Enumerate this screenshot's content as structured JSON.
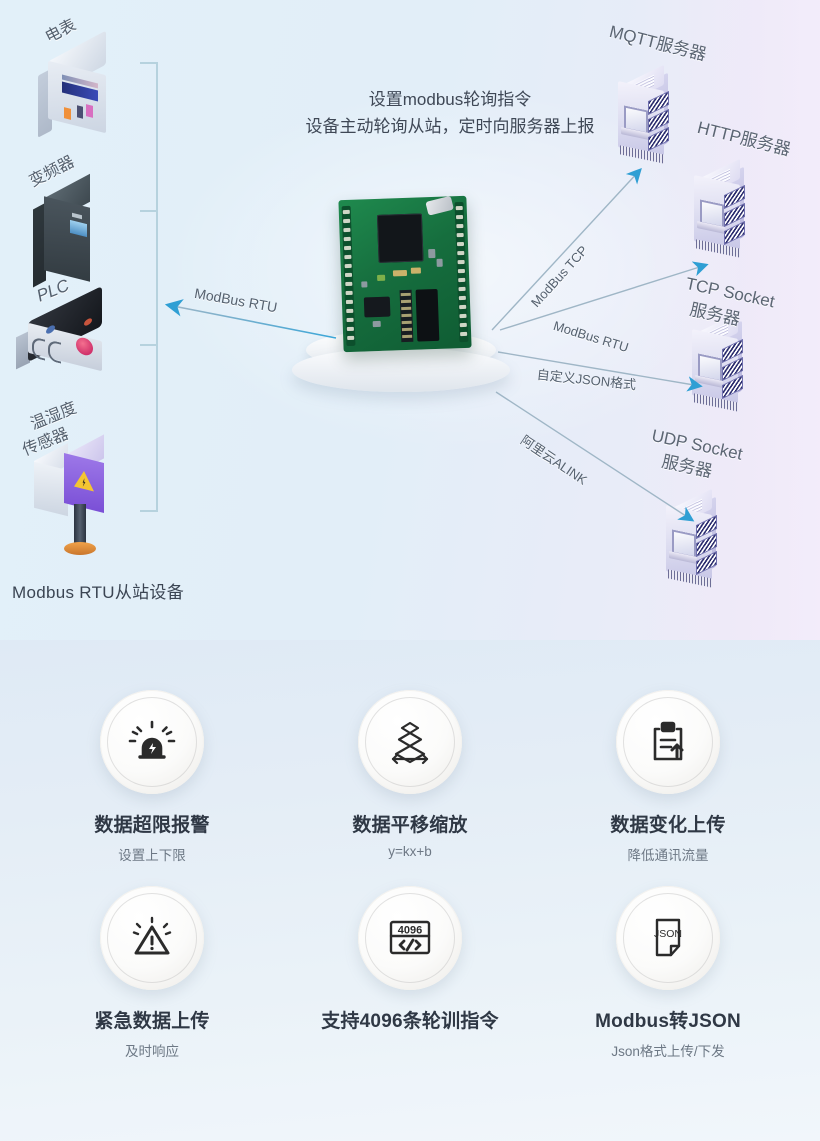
{
  "headline": {
    "line1": "设置modbus轮询指令",
    "line2": "设备主动轮询从站，定时向服务器上报"
  },
  "colors": {
    "background_top": "#e2eef8",
    "background_bottom": "#eaf2f8",
    "accent_arrow": "#3aa6d8",
    "board_green": "#176e3e",
    "bracket": "#b6d2de"
  },
  "left_devices": {
    "caption": "Modbus RTU从站设备",
    "items": [
      {
        "label": "电表",
        "icon": "electric-meter-icon"
      },
      {
        "label": "变频器",
        "icon": "frequency-converter-icon"
      },
      {
        "label": "PLC",
        "icon": "plc-icon"
      },
      {
        "label": "温湿度\n传感器",
        "label_line1": "温湿度",
        "label_line2": "传感器",
        "icon": "temperature-humidity-sensor-icon"
      }
    ]
  },
  "servers": [
    {
      "name_line1": "MQTT服务器",
      "name_line2": "",
      "icon": "server-icon"
    },
    {
      "name_line1": "HTTP服务器",
      "name_line2": "",
      "icon": "server-icon"
    },
    {
      "name_line1": "TCP Socket",
      "name_line2": "服务器",
      "icon": "server-icon"
    },
    {
      "name_line1": "UDP Socket",
      "name_line2": "服务器",
      "icon": "server-icon"
    }
  ],
  "links": [
    {
      "label": "ModBus RTU",
      "from": "gateway",
      "to": "left-devices"
    },
    {
      "label": "ModBus TCP",
      "from": "gateway",
      "to": "mqtt-server"
    },
    {
      "label": "ModBus RTU",
      "from": "gateway",
      "to": "tcp-socket-server"
    },
    {
      "label": "自定义JSON格式",
      "from": "gateway",
      "to": "tcp-socket-server"
    },
    {
      "label": "阿里云ALINK",
      "from": "gateway",
      "to": "udp-socket-server"
    }
  ],
  "features": [
    {
      "icon": "alarm-light-icon",
      "title": "数据超限报警",
      "subtitle": "设置上下限"
    },
    {
      "icon": "scale-shift-icon",
      "title": "数据平移缩放",
      "subtitle": "y=kx+b"
    },
    {
      "icon": "clipboard-upload-icon",
      "title": "数据变化上传",
      "subtitle": "降低通讯流量"
    },
    {
      "icon": "warning-triangle-icon",
      "title": "紧急数据上传",
      "subtitle": "及时响应"
    },
    {
      "icon": "code-4096-icon",
      "title": "支持4096条轮训指令",
      "subtitle": ""
    },
    {
      "icon": "json-file-icon",
      "title": "Modbus转JSON",
      "subtitle": "Json格式上传/下发"
    }
  ],
  "feature_icon_text": {
    "code_count": "4096",
    "json_label": "JSON"
  }
}
